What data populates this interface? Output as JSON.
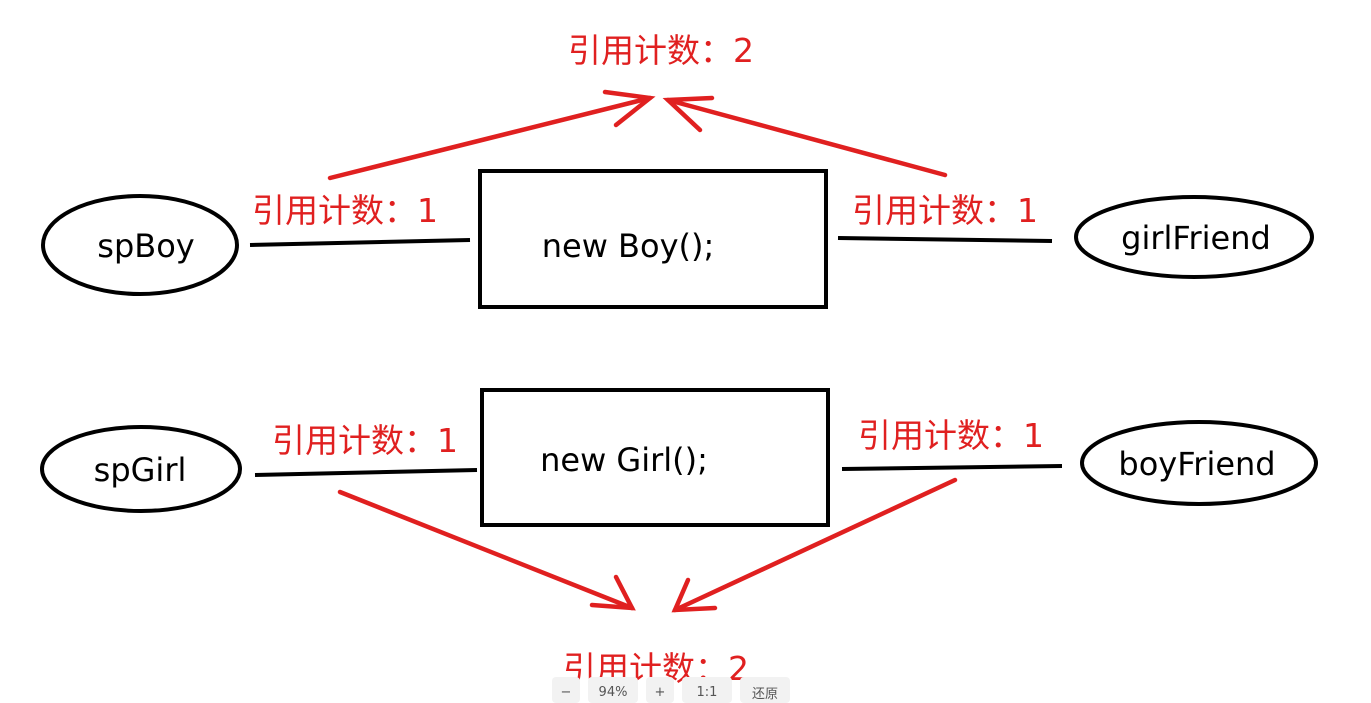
{
  "nodes": {
    "sp_boy": "spBoy",
    "girl_friend": "girlFriend",
    "sp_girl": "spGirl",
    "boy_friend": "boyFriend"
  },
  "boxes": {
    "new_boy": "new Boy();",
    "new_girl": "new Girl();"
  },
  "labels": {
    "top_total": "引用计数：2",
    "boy_left": "引用计数：1",
    "boy_right": "引用计数：1",
    "girl_left": "引用计数：1",
    "girl_right": "引用计数：1",
    "bottom_total": "引用计数：2"
  },
  "colors": {
    "annotation": "#e02020",
    "outline": "#000000"
  },
  "toolbar": {
    "zoom_out": "−",
    "zoom_level": "94%",
    "zoom_in": "+",
    "actual_size": "1:1",
    "restore": "还原"
  }
}
